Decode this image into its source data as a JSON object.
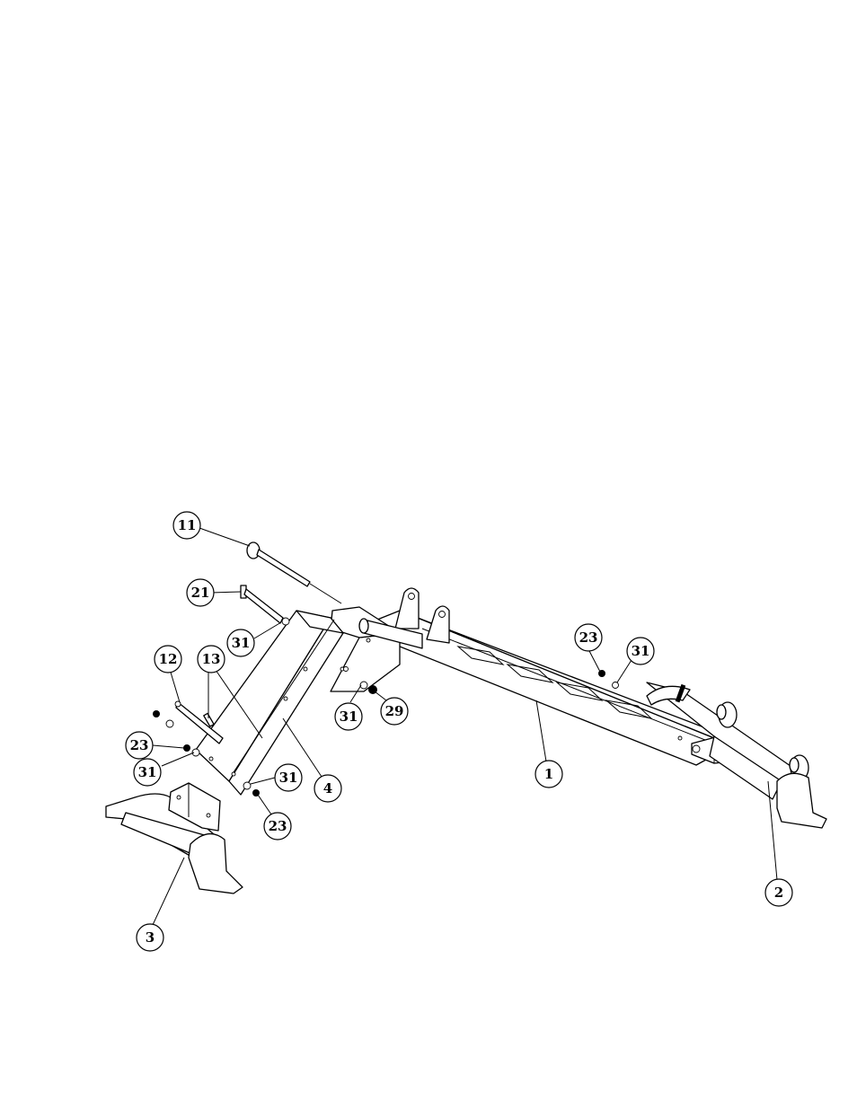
{
  "callouts": [
    {
      "id": "c11",
      "label": "11"
    },
    {
      "id": "c21",
      "label": "21"
    },
    {
      "id": "c31a",
      "label": "31"
    },
    {
      "id": "c12",
      "label": "12"
    },
    {
      "id": "c13",
      "label": "13"
    },
    {
      "id": "c23a",
      "label": "23"
    },
    {
      "id": "c31b",
      "label": "31"
    },
    {
      "id": "c31c",
      "label": "31"
    },
    {
      "id": "c23b",
      "label": "23"
    },
    {
      "id": "c4",
      "label": "4"
    },
    {
      "id": "c3",
      "label": "3"
    },
    {
      "id": "c31d",
      "label": "31"
    },
    {
      "id": "c29",
      "label": "29"
    },
    {
      "id": "c23c",
      "label": "23"
    },
    {
      "id": "c31e",
      "label": "31"
    },
    {
      "id": "c1",
      "label": "1"
    },
    {
      "id": "c2",
      "label": "2"
    }
  ]
}
